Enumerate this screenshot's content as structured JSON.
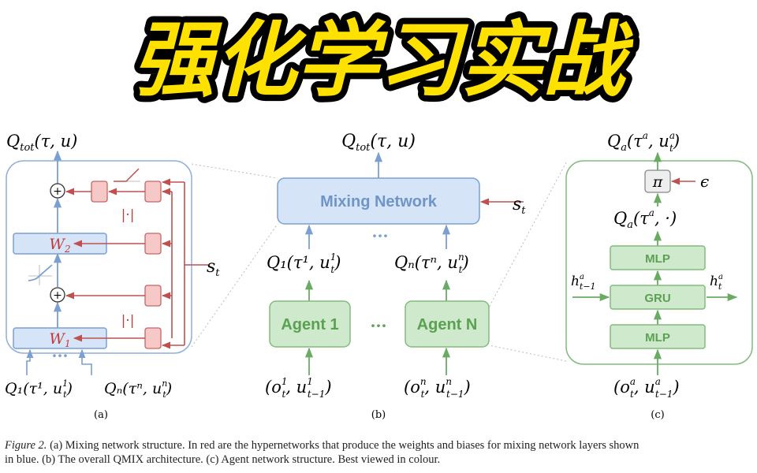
{
  "banner": {
    "title": "强化学习实战"
  },
  "panel_a": {
    "label": "(a)",
    "top_output": "Q",
    "top_output_sub": "tot",
    "top_output_args": "(τ, u)",
    "w2": "W",
    "w2_sub": "2",
    "w1": "W",
    "w1_sub": "1",
    "abs1": "|·|",
    "abs2": "|·|",
    "plus": "+",
    "dots": "···",
    "state": "s",
    "state_sub": "t",
    "in1": "Q₁(τ¹, u",
    "in1_sup": "1",
    "in1_sub": "t",
    "inN": "Qₙ(τⁿ, u",
    "inN_sup": "n",
    "inN_sub": "t"
  },
  "panel_b": {
    "label": "(b)",
    "mixing": "Mixing Network",
    "agent1": "Agent 1",
    "agentN": "Agent N",
    "dots_top": "···",
    "dots_mid": "···",
    "out": "Q",
    "out_sub": "tot",
    "out_args": "(τ, u)",
    "state": "s",
    "state_sub": "t",
    "q1": "Q₁(τ¹, u",
    "q1_sup": "1",
    "q1_sub": "t",
    "qn": "Qₙ(τⁿ, u",
    "qn_sup": "n",
    "qn_sub": "t",
    "obs1": "(o",
    "obs1_sup": "1",
    "obs1_sub": "t",
    "obs1_b": ", u",
    "obs1_b_sup": "1",
    "obs1_b_sub": "t−1",
    "obsN": "(o",
    "obsN_sup": "n",
    "obsN_sub": "t",
    "obsN_b": ", u",
    "obsN_b_sup": "n",
    "obsN_b_sub": "t−1"
  },
  "panel_c": {
    "label": "(c)",
    "top": "Q",
    "top_sub": "a",
    "top_args": "(τ",
    "top_args_sup": "a",
    "top_args_b": ", u",
    "top_args_b_sup": "a",
    "top_args_b_sub": "t",
    "pi": "π",
    "eps": "ϵ",
    "mid": "Q",
    "mid_sub": "a",
    "mid_args": "(τ",
    "mid_args_sup": "a",
    "mid_args_b": ", ·)",
    "mlp_top": "MLP",
    "gru": "GRU",
    "mlp_bottom": "MLP",
    "h_in": "h",
    "h_in_sup": "a",
    "h_in_sub": "t−1",
    "h_out": "h",
    "h_out_sup": "a",
    "h_out_sub": "t",
    "obs": "(o",
    "obs_sup": "a",
    "obs_sub": "t",
    "obs_b": ", u",
    "obs_b_sup": "a",
    "obs_b_sub": "t−1"
  },
  "caption": {
    "lead": "Figure 2.",
    "line1": " (a) Mixing network structure. In red are the hypernetworks that produce the weights and biases for mixing network layers shown",
    "line2": "in blue. (b) The overall QMIX architecture. (c) Agent network structure. Best viewed in colour."
  },
  "colors": {
    "blue_fill": "#d6e4f7",
    "blue_stroke": "#7a9fd1",
    "blue_text": "#6f94c9",
    "red_fill": "#f6c8c8",
    "red_stroke": "#c86464",
    "green_fill": "#cfe9cc",
    "green_stroke": "#82bb7c",
    "green_text": "#5aa152",
    "banner_yellow": "#ffe100"
  }
}
